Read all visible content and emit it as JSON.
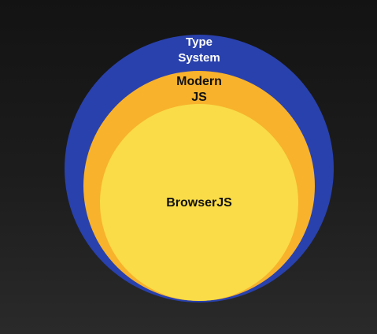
{
  "diagram": {
    "outer": {
      "label": "Type\nSystem",
      "color": "#2941ad",
      "text_color": "#ffffff"
    },
    "middle": {
      "label": "Modern\nJS",
      "color": "#f8b22c",
      "text_color": "#111111"
    },
    "inner": {
      "label": "BrowserJS",
      "color": "#f9dc48",
      "text_color": "#111111"
    }
  }
}
